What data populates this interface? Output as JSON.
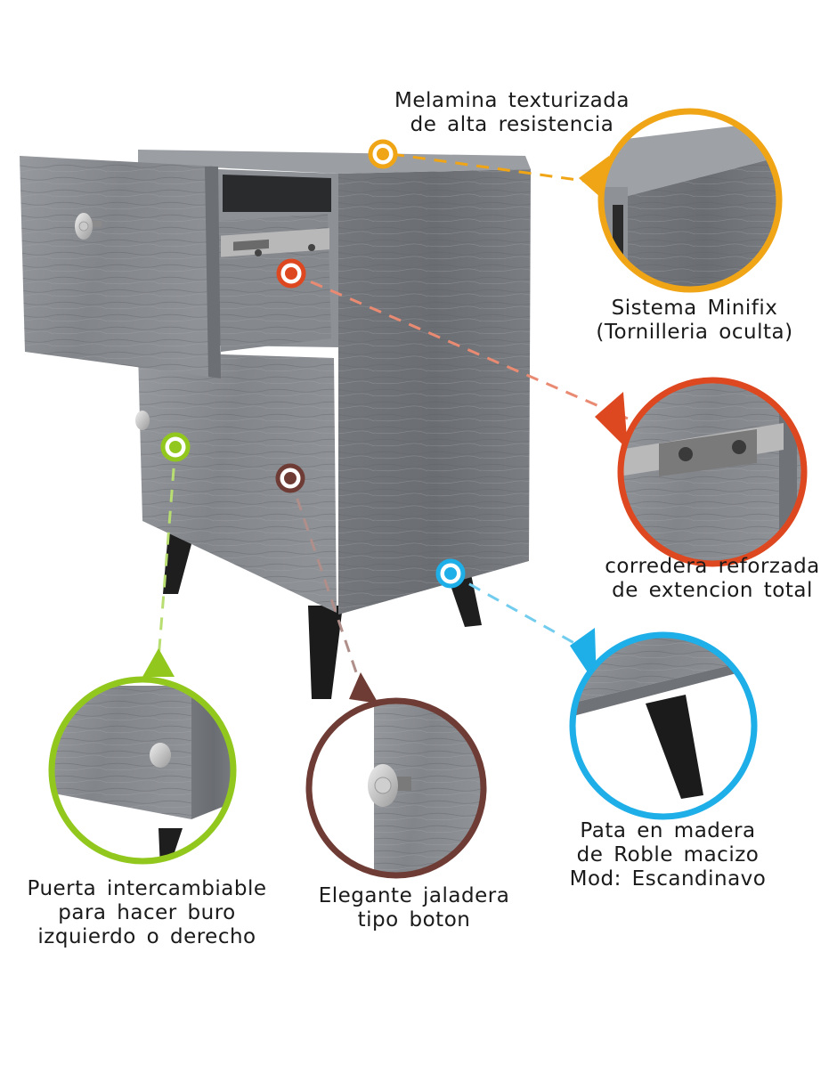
{
  "colors": {
    "yellow": "#f0a516",
    "red": "#de4820",
    "green": "#92c81e",
    "brown": "#6e3c34",
    "blue": "#1eaee8",
    "wood": "#8b8e92",
    "wood_dark": "#6e7176",
    "leg": "#1e1e1e"
  },
  "features": {
    "melamina": {
      "line1": "Melamina texturizada",
      "line2": "de alta resistencia"
    },
    "minifix": {
      "line1": "Sistema Minifix",
      "line2": "(Tornilleria oculta)"
    },
    "corredera": {
      "line1": "corredera reforzada",
      "line2": "de extencion total"
    },
    "pata": {
      "line1": "Pata en madera",
      "line2": "de Roble macizo",
      "line3": "Mod: Escandinavo"
    },
    "jaladera": {
      "line1": "Elegante jaladera",
      "line2": "tipo boton"
    },
    "puerta": {
      "line1": "Puerta intercambiable",
      "line2": "para hacer buro",
      "line3": "izquierdo o derecho"
    }
  },
  "icons": [
    "hotspot-icon",
    "knob-icon"
  ]
}
